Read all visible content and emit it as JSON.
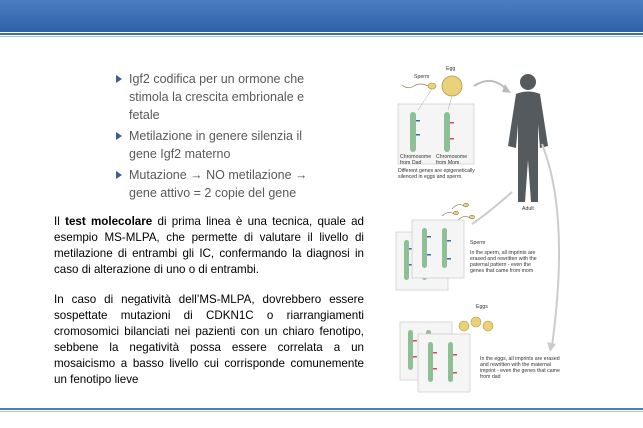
{
  "bullets": [
    "Igf2 codifica per un ormone che stimola la crescita embrionale e fetale",
    "Metilazione in genere silenzia il gene Igf2 materno",
    "Mutazione → NO metilazione → gene attivo = 2 copie del gene"
  ],
  "paragraph1": {
    "pre": "Il ",
    "bold": "test molecolare",
    "post": " di prima linea è una tecnica, quale ad esempio MS-MLPA, che permette di valutare il livello di metilazione di entrambi gli IC, confermando la diagnosi in caso di alterazione di uno o di entrambi."
  },
  "paragraph2": "In caso di negatività dell’MS-MLPA, dovrebbero essere sospettate mutazioni di CDKN1C o riarrangiamenti cromosomici bilanciati nei pazienti con un chiaro fenotipo, sebbene la negatività possa essere correlata a un mosaicismo a basso livello cui corrisponde comunemente un fenotipo lieve",
  "figure": {
    "sperm": "Sperm",
    "egg": "Egg",
    "chrom_dad": "Chromosome from Dad",
    "chrom_mom": "Chromosome from Mom",
    "caption_top": "Different genes are epigenetically silenced in eggs and sperm.",
    "adult": "Adult",
    "sperm2": "Sperm",
    "caption_sperm": "In the sperm, all imprints are erased and rewritten with the paternal pattern - even the genes that came from mom",
    "eggs": "Eggs",
    "caption_eggs": "In the eggs, all imprints are erased and rewritten with the maternal imprint - even the genes that came from dad"
  },
  "colors": {
    "header": "#3a6db5",
    "bullet_arrow": "#3e5e8c",
    "chromosome": "#8fbf95",
    "mark_blue": "#3a67b8",
    "mark_red": "#d44a5a",
    "egg": "#e9d27a"
  }
}
